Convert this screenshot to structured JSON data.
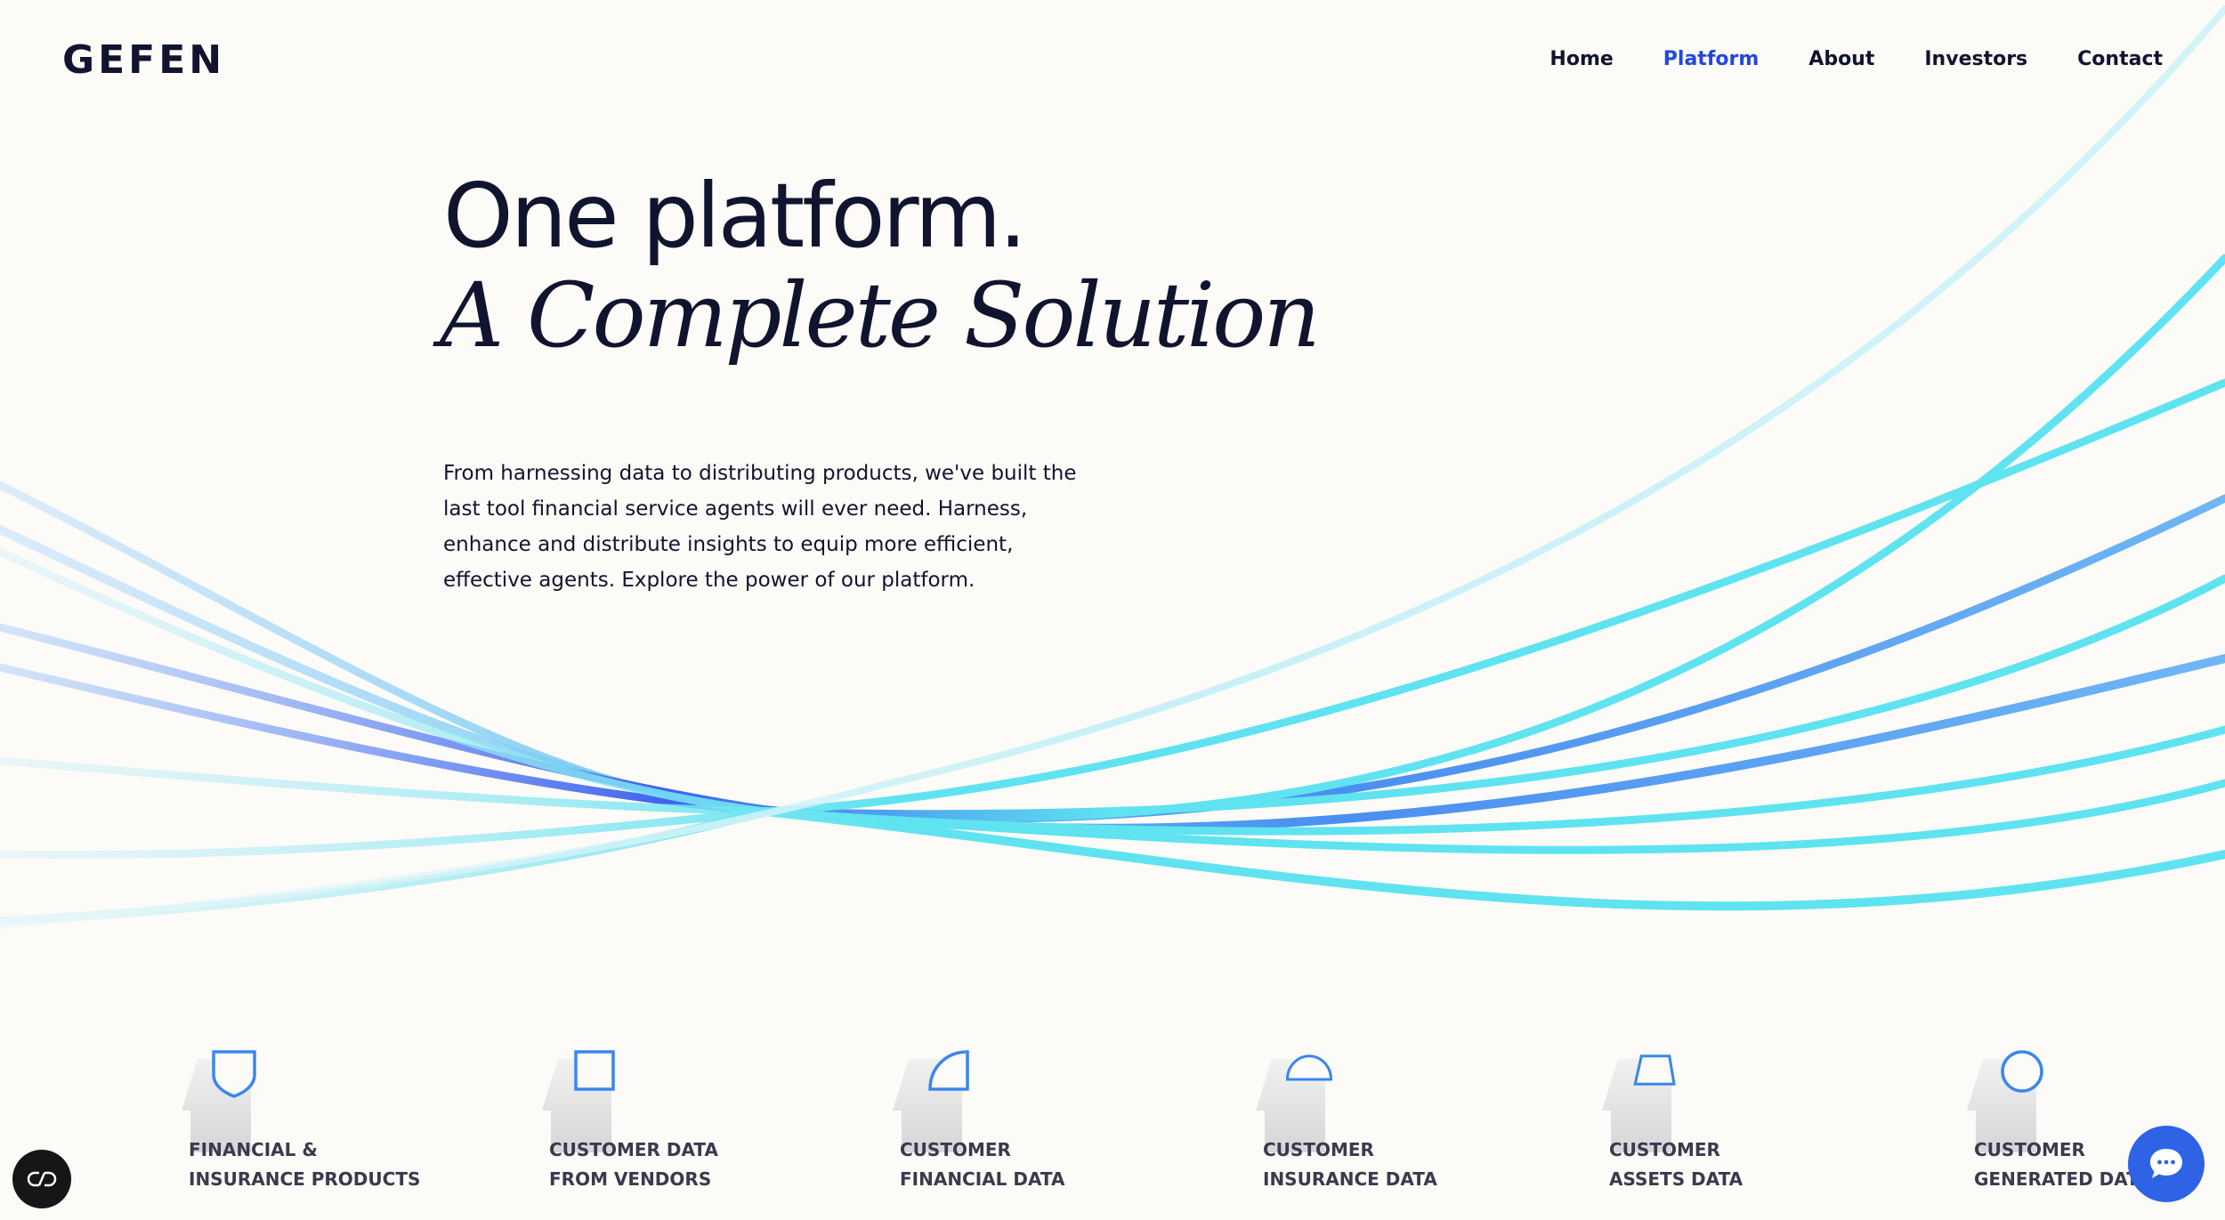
{
  "brand": {
    "logo": "GEFEN"
  },
  "nav": {
    "items": [
      {
        "label": "Home"
      },
      {
        "label": "Platform"
      },
      {
        "label": "About"
      },
      {
        "label": "Investors"
      },
      {
        "label": "Contact"
      }
    ],
    "active": "Platform"
  },
  "hero": {
    "headline_line1": "One platform.",
    "headline_line2": "A Complete Solution",
    "description": "From harnessing data to distributing products, we've built the last tool financial service agents will ever need. Harness, enhance and distribute insights to equip more efficient, effective agents. Explore the power of our platform."
  },
  "features": [
    {
      "label": "FINANCIAL &\nINSURANCE PRODUCTS",
      "icon": "shield-icon"
    },
    {
      "label": "CUSTOMER DATA\nFROM VENDORS",
      "icon": "square-icon"
    },
    {
      "label": "CUSTOMER\nFINANCIAL DATA",
      "icon": "quarter-circle-icon"
    },
    {
      "label": "CUSTOMER\nINSURANCE DATA",
      "icon": "half-circle-icon"
    },
    {
      "label": "CUSTOMER\nASSETS DATA",
      "icon": "trapezoid-icon"
    },
    {
      "label": "CUSTOMER\nGENERATED DATA",
      "icon": "circle-icon"
    }
  ],
  "widgets": {
    "cookie_icon": "cookie-settings-icon",
    "chat_icon": "chat-bubble-icon"
  },
  "colors": {
    "text_dark": "#11142e",
    "nav_active": "#2247e0",
    "wave_cyan": "#5fe3f0",
    "wave_blue": "#3f63ee",
    "chat_button": "#2f63e6",
    "background": "#fcfbf8"
  }
}
